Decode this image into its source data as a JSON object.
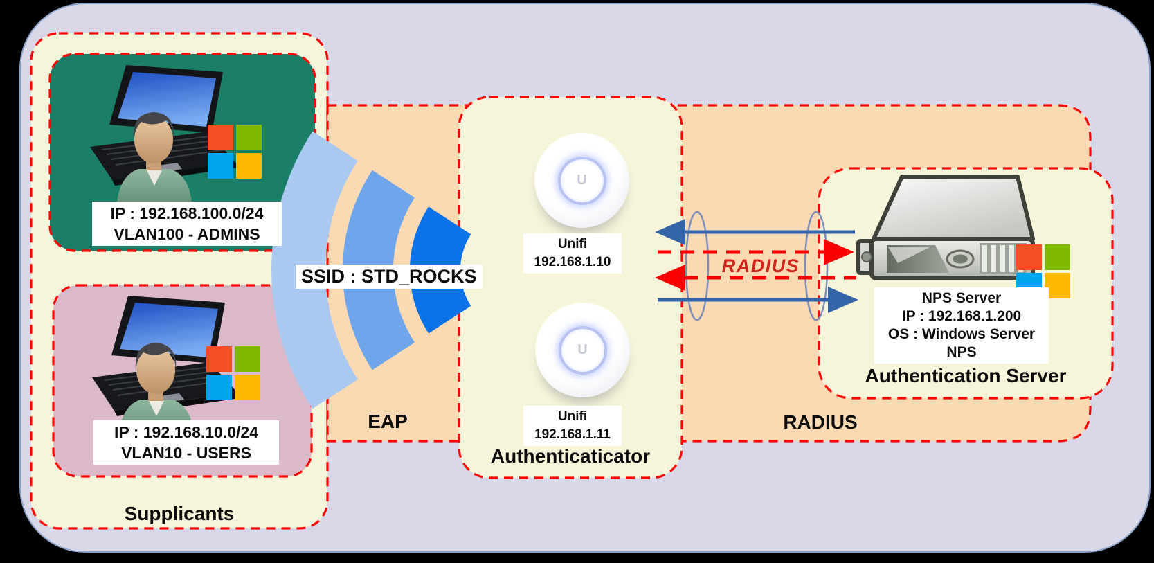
{
  "diagram": {
    "supplicants": {
      "group_label": "Supplicants",
      "admin_workstation": {
        "ip_line": "IP : 192.168.100.0/24",
        "vlan_line": "VLAN100 - ADMINS"
      },
      "user_workstation": {
        "ip_line": "IP : 192.168.10.0/24",
        "vlan_line": "VLAN10 - USERS"
      }
    },
    "wireless": {
      "ssid_label": "SSID : STD_ROCKS",
      "eap_label": "EAP"
    },
    "authenticator": {
      "group_label": "Authenticaticator",
      "unifi_logo_glyph": "U",
      "access_points": [
        {
          "name": "Unifi",
          "ip": "192.168.1.10"
        },
        {
          "name": "Unifi",
          "ip": "192.168.1.11"
        }
      ]
    },
    "radius_zone": {
      "zone_label": "RADIUS",
      "flow_label": "RADIUS"
    },
    "authentication_server": {
      "group_label": "Authentication Server",
      "info_line1": "NPS Server",
      "info_line2": "IP : 192.168.1.200",
      "info_line3": "OS : Windows Server",
      "info_line4": "NPS"
    },
    "colors": {
      "page_background": "#000000",
      "board_background": "#D9D8E8",
      "zone_fill": "#F7F5D9",
      "radius_band_fill": "#FBD9B3",
      "admin_box_fill": "#1A7F66",
      "users_box_fill": "#DBB9C8",
      "dashed_border": "#FF0404",
      "request_arrow_blue": "#3465A8",
      "radius_arrow_red": "#FB0000",
      "wifi_arc_light": "#A9C9F1",
      "wifi_arc_mid": "#6FA5EA",
      "wifi_arc_dark": "#0C72E8",
      "microsoft_logo": [
        "#F25022",
        "#7FBA00",
        "#00A4EF",
        "#FFB900"
      ]
    }
  }
}
